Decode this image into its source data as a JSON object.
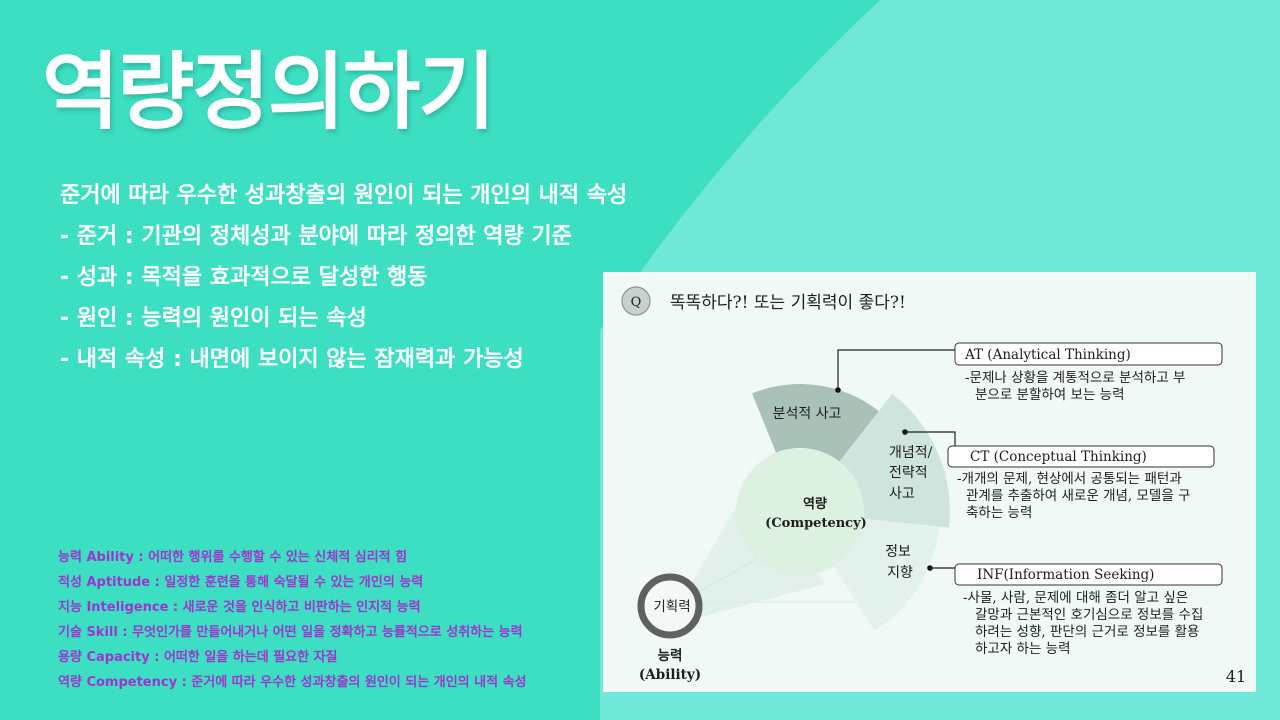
{
  "colors": {
    "background": "#3ddfc3",
    "background_accent": "#70e8d8",
    "title_text": "#ffffff",
    "glossary_text": "#9d36cc",
    "figure_background": "#f0f9f5",
    "segment_analytical": "#a9c1b7",
    "segment_conceptual": "#cfe4dc",
    "segment_information": "#e3f1ec",
    "core_circle": "#dcf1df"
  },
  "slide": {
    "title": "역량정의하기",
    "definition": "준거에 따라 우수한 성과창출의 원인이 되는 개인의 내적 속성",
    "bullets": [
      "- 준거 : 기관의 정체성과 분야에 따라 정의한 역량 기준",
      "- 성과 : 목적을 효과적으로 달성한 행동",
      "- 원인 : 능력의 원인이 되는 속성",
      "- 내적 속성 : 내면에 보이지 않는 잠재력과 가능성"
    ],
    "glossary": [
      "능력 Ability : 어떠한 행위를 수행할 수 있는 신체적 심리적 힘",
      "적성 Aptitude : 일정한 훈련을 통해 숙달될 수 있는 개인의 능력",
      "지능 Inteligence : 새로운 것을 인식하고 비판하는 인지적 능력",
      "기술 Skill : 무엇인가를 만들어내거나 어떤 일을 정확하고 능률적으로 성취하는 능력",
      "용량 Capacity : 어떠한 일을 하는데 필요한 자질",
      "역량 Competency : 준거에 따라 우수한 성과창출의 원인이 되는 개인의 내적 속성"
    ]
  },
  "figure": {
    "question_badge": "Q",
    "question": "똑똑하다?! 또는 기획력이 좋다?!",
    "core": {
      "label": "역량",
      "sublabel": "(Competency)"
    },
    "segments": [
      {
        "lines": [
          "분석적 사고"
        ]
      },
      {
        "lines": [
          "개념적/",
          "전략적",
          "사고"
        ]
      },
      {
        "lines": [
          "정보",
          "지향"
        ]
      }
    ],
    "ring": {
      "label": "기획력",
      "caption": [
        "능력",
        "(Ability)"
      ]
    },
    "callouts": [
      {
        "title": "AT (Analytical Thinking)",
        "description": [
          "-문제나 상황을 계통적으로 분석하고 부",
          "분으로 분할하여 보는 능력"
        ]
      },
      {
        "title": "CT (Conceptual Thinking)",
        "description": [
          "-개개의 문제, 현상에서 공통되는 패턴과",
          "관계를 추출하여 새로운 개념, 모델을 구",
          "축하는 능력"
        ]
      },
      {
        "title": "INF(Information Seeking)",
        "description": [
          "-사물, 사람, 문제에 대해 좀더 알고 싶은",
          "갈망과 근본적인 호기심으로 정보를 수집",
          "하려는 성향, 판단의 근거로 정보를 활용",
          "하고자 하는 능력"
        ]
      }
    ],
    "page_number": "41"
  }
}
